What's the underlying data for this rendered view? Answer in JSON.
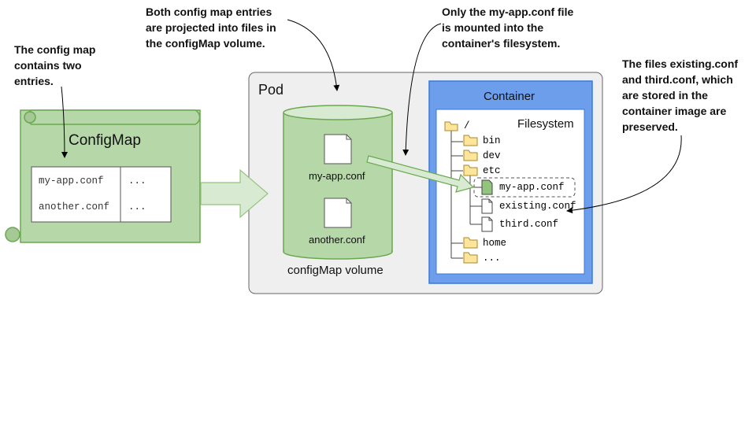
{
  "annotations": {
    "config_map_note": "The config map\ncontains two\nentries.",
    "projected_note": "Both config map entries\nare projected into files in\nthe configMap volume.",
    "mounted_note": "Only the my-app.conf file\nis mounted into the\ncontainer's filesystem.",
    "preserved_note": "The files existing.conf\nand third.conf, which\nare stored in the\ncontainer image are\npreserved."
  },
  "configmap": {
    "title": "ConfigMap",
    "entries": [
      {
        "key": "my-app.conf",
        "value": "..."
      },
      {
        "key": "another.conf",
        "value": "..."
      }
    ]
  },
  "pod": {
    "label": "Pod",
    "volume": {
      "label": "configMap volume",
      "files": [
        "my-app.conf",
        "another.conf"
      ]
    },
    "container": {
      "title": "Container",
      "filesystem": {
        "title": "Filesystem",
        "root": "/",
        "dirs": [
          "bin",
          "dev",
          "etc",
          "home",
          "..."
        ],
        "etc_files": [
          "my-app.conf",
          "existing.conf",
          "third.conf"
        ]
      }
    }
  },
  "colors": {
    "green_fill": "#b6d7a8",
    "green_stroke": "#6aa84f",
    "pod_fill": "#efefef",
    "container_fill": "#6d9eeb",
    "container_stroke": "#3c78d8",
    "folder": "#ffe599",
    "arrow_fill": "#d9ead3"
  }
}
